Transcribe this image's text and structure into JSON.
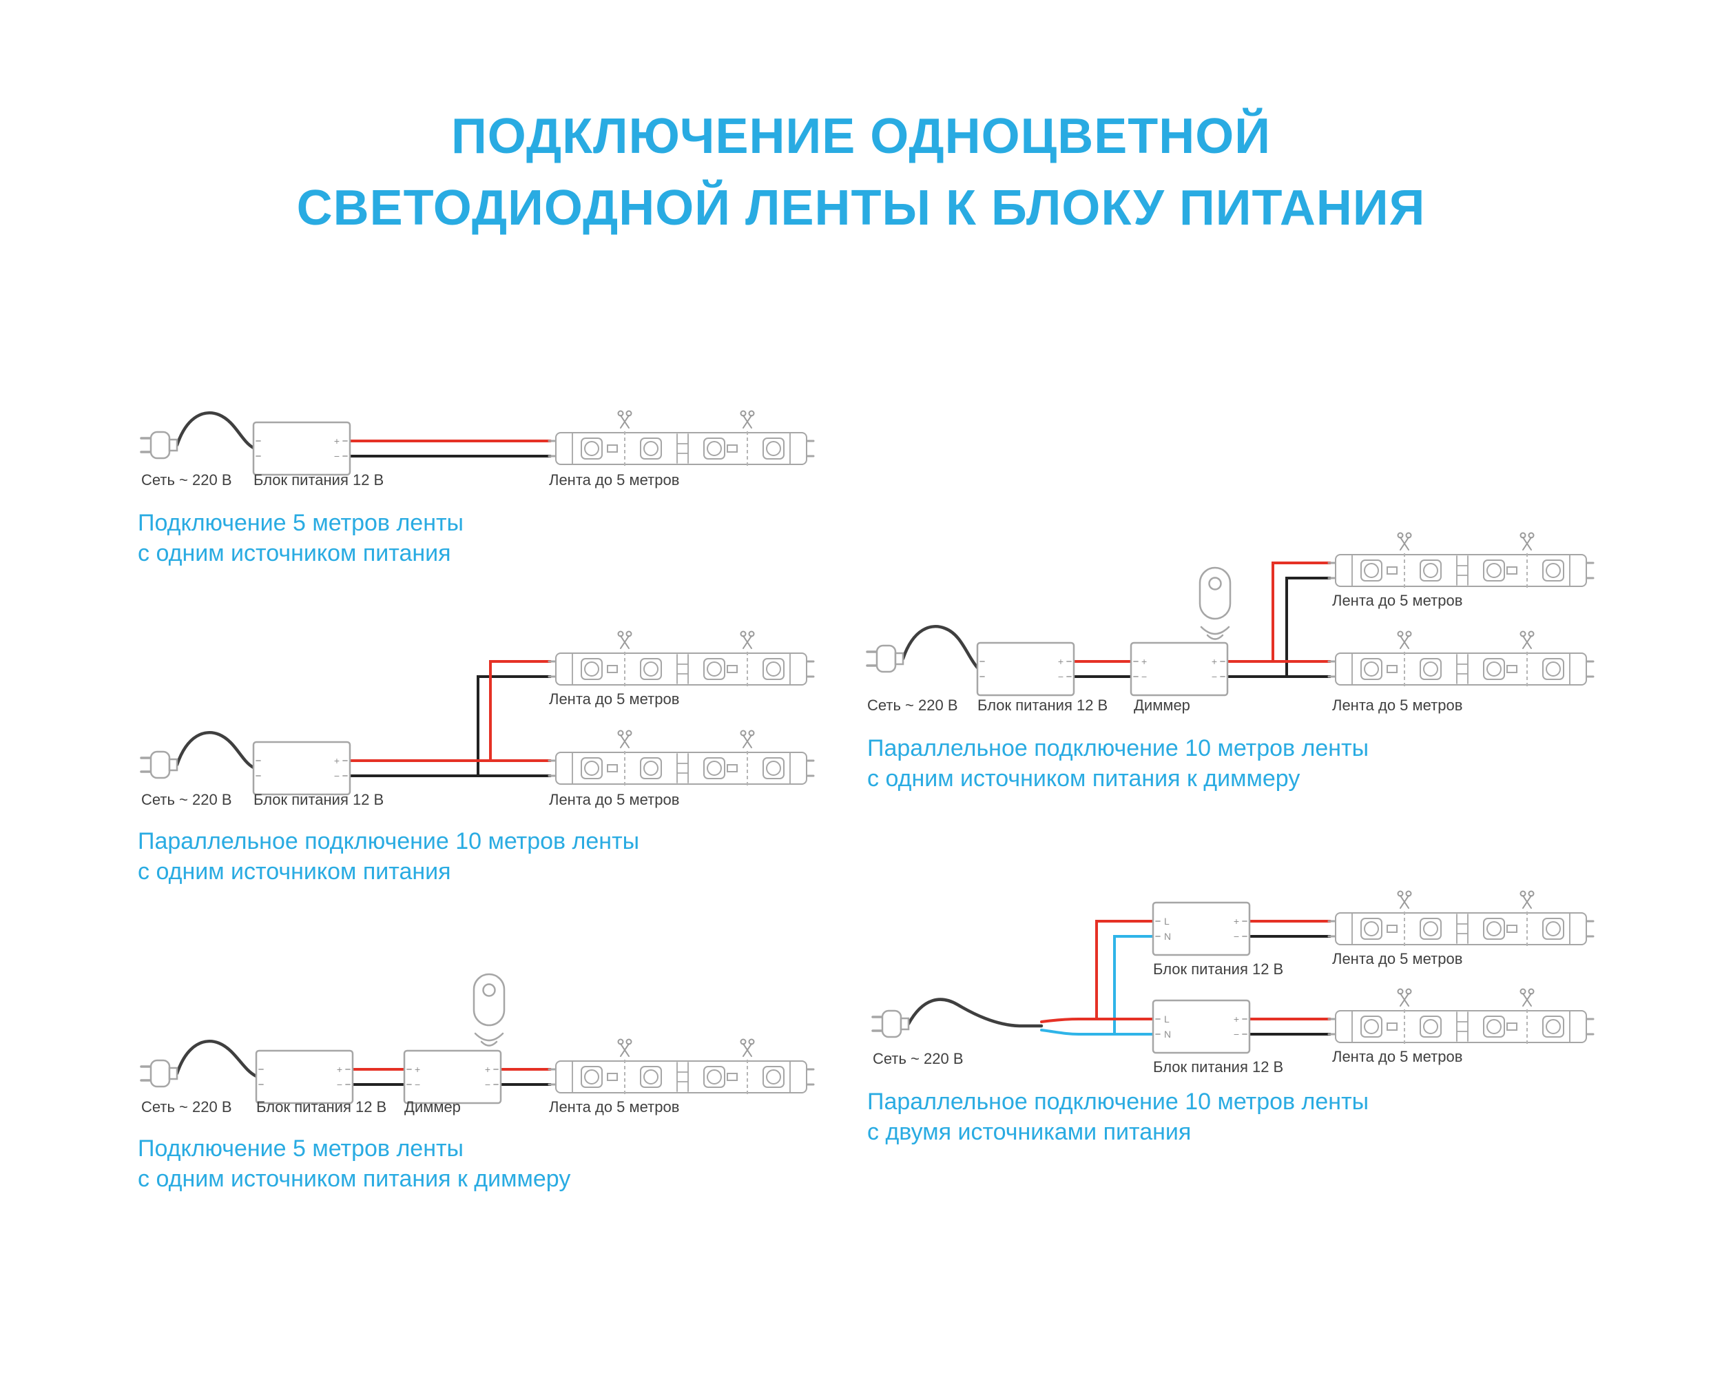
{
  "title": {
    "line1": "ПОДКЛЮЧЕНИЕ ОДНОЦВЕТНОЙ",
    "line2": "СВЕТОДИОДНОЙ ЛЕНТЫ К БЛОКУ ПИТАНИЯ"
  },
  "labels": {
    "mains": "Сеть ~ 220 В",
    "psu": "Блок питания 12 В",
    "dimmer": "Диммер",
    "strip": "Лента до 5 метров",
    "plus": "+",
    "minus": "−",
    "l": "L",
    "n": "N"
  },
  "colors": {
    "accent_blue": "#29ABE2",
    "wire_red": "#E53125",
    "wire_black": "#222222",
    "wire_blue": "#2FB4E8",
    "component_gray": "#A6A6A6",
    "label_gray": "#404040"
  },
  "diagrams": {
    "d1": {
      "caption1": "Подключение 5 метров ленты",
      "caption2": "с одним источником питания"
    },
    "d2": {
      "caption1": "Параллельное подключение 10 метров ленты",
      "caption2": "с одним источником питания"
    },
    "d3": {
      "caption1": "Подключение 5 метров ленты",
      "caption2": "с одним источником питания к диммеру"
    },
    "d4": {
      "caption1": "Параллельное подключение 10 метров ленты",
      "caption2": "с одним источником питания к диммеру"
    },
    "d5": {
      "caption1": "Параллельное подключение 10 метров ленты",
      "caption2": "с двумя источниками питания"
    }
  }
}
